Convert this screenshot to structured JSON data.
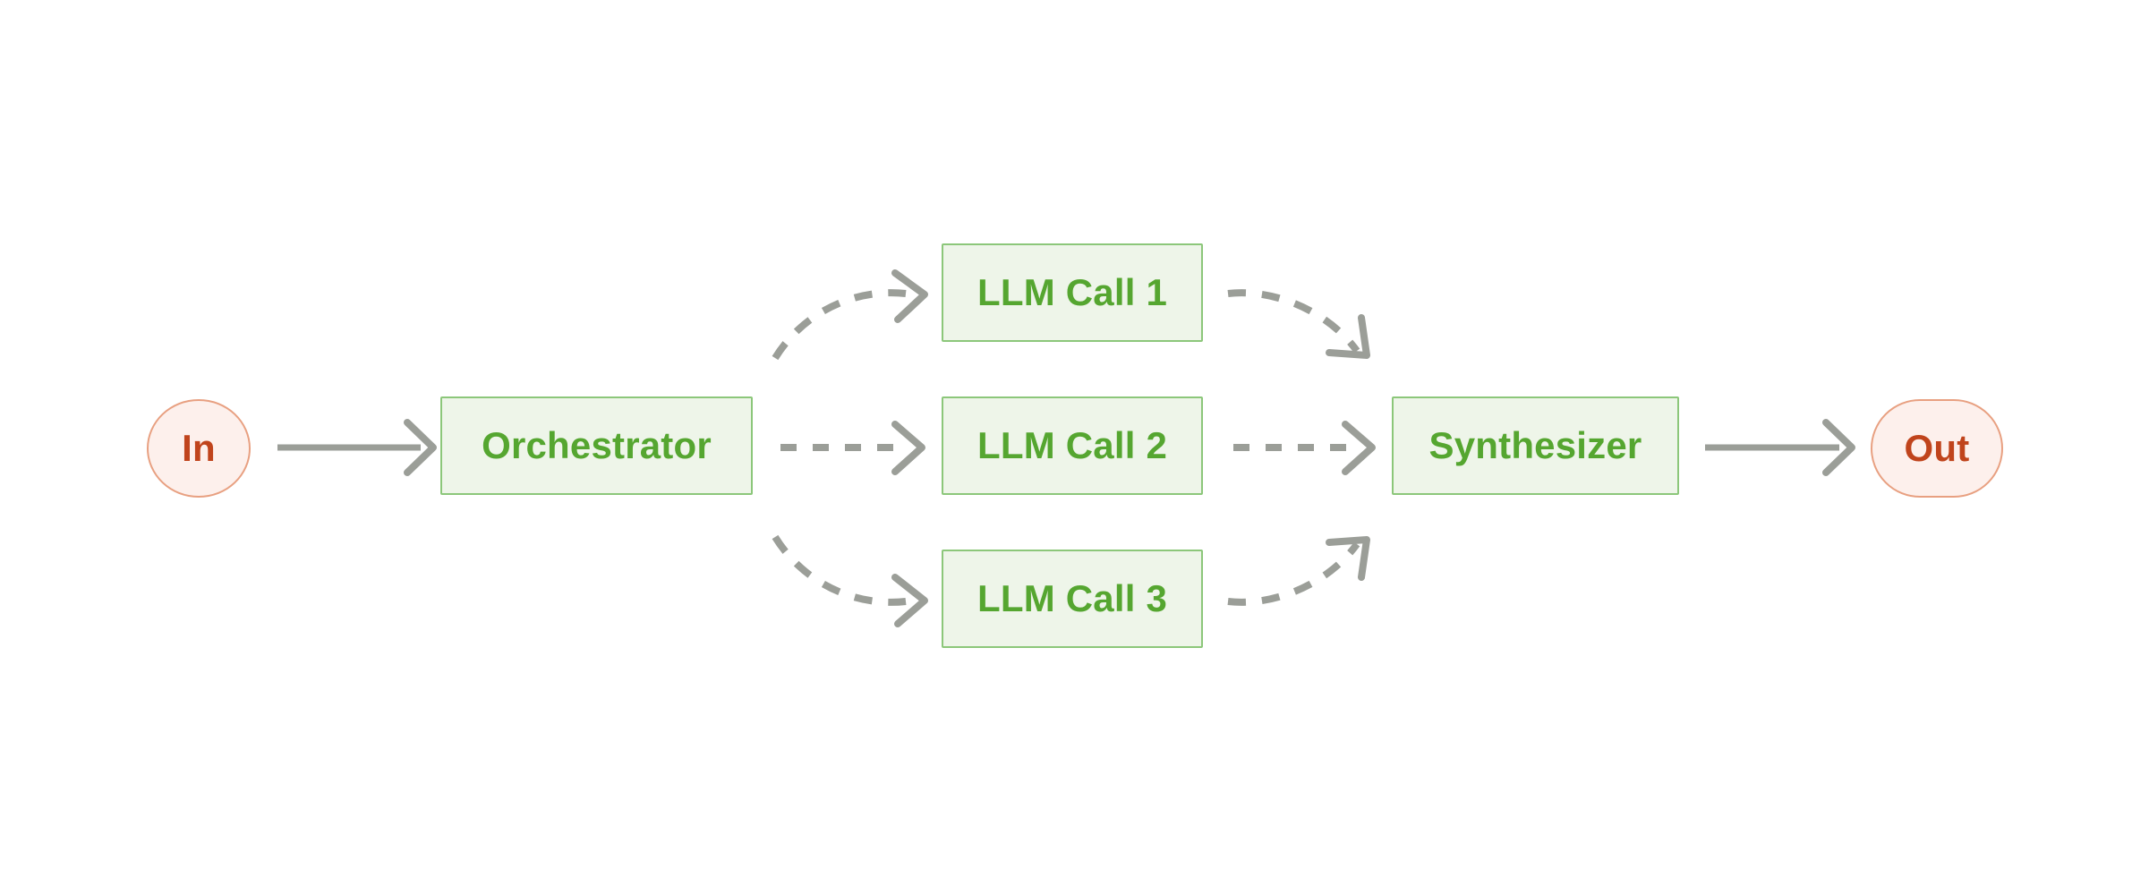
{
  "diagram": {
    "type": "flowchart",
    "orientation": "left-to-right",
    "background_color": "#ffffff",
    "title": "",
    "nodes": [
      {
        "id": "in",
        "label": "In",
        "shape": "circle",
        "role": "terminal-start",
        "fill": "#fdf0ec",
        "stroke": "#e8a081",
        "text_color": "#c0441c"
      },
      {
        "id": "orchestrator",
        "label": "Orchestrator",
        "shape": "rectangle",
        "role": "process",
        "fill": "#eef5e9",
        "stroke": "#8cc77a",
        "text_color": "#55a630"
      },
      {
        "id": "llm-call-1",
        "label": "LLM Call 1",
        "shape": "rectangle",
        "role": "process",
        "fill": "#eef5e9",
        "stroke": "#8cc77a",
        "text_color": "#55a630"
      },
      {
        "id": "llm-call-2",
        "label": "LLM Call 2",
        "shape": "rectangle",
        "role": "process",
        "fill": "#eef5e9",
        "stroke": "#8cc77a",
        "text_color": "#55a630"
      },
      {
        "id": "llm-call-3",
        "label": "LLM Call 3",
        "shape": "rectangle",
        "role": "process",
        "fill": "#eef5e9",
        "stroke": "#8cc77a",
        "text_color": "#55a630"
      },
      {
        "id": "synthesizer",
        "label": "Synthesizer",
        "shape": "rectangle",
        "role": "process",
        "fill": "#eef5e9",
        "stroke": "#8cc77a",
        "text_color": "#55a630"
      },
      {
        "id": "out",
        "label": "Out",
        "shape": "stadium",
        "role": "terminal-end",
        "fill": "#fdf0ec",
        "stroke": "#e8a081",
        "text_color": "#c0441c"
      }
    ],
    "edges": [
      {
        "from": "in",
        "to": "orchestrator",
        "style": "solid",
        "label": "",
        "color": "#9b9e98"
      },
      {
        "from": "orchestrator",
        "to": "llm-call-1",
        "style": "dashed",
        "label": "",
        "color": "#9b9e98"
      },
      {
        "from": "orchestrator",
        "to": "llm-call-2",
        "style": "dashed",
        "label": "",
        "color": "#9b9e98"
      },
      {
        "from": "orchestrator",
        "to": "llm-call-3",
        "style": "dashed",
        "label": "",
        "color": "#9b9e98"
      },
      {
        "from": "llm-call-1",
        "to": "synthesizer",
        "style": "dashed",
        "label": "",
        "color": "#9b9e98"
      },
      {
        "from": "llm-call-2",
        "to": "synthesizer",
        "style": "dashed",
        "label": "",
        "color": "#9b9e98"
      },
      {
        "from": "llm-call-3",
        "to": "synthesizer",
        "style": "dashed",
        "label": "",
        "color": "#9b9e98"
      },
      {
        "from": "synthesizer",
        "to": "out",
        "style": "solid",
        "label": "",
        "color": "#9b9e98"
      }
    ]
  }
}
